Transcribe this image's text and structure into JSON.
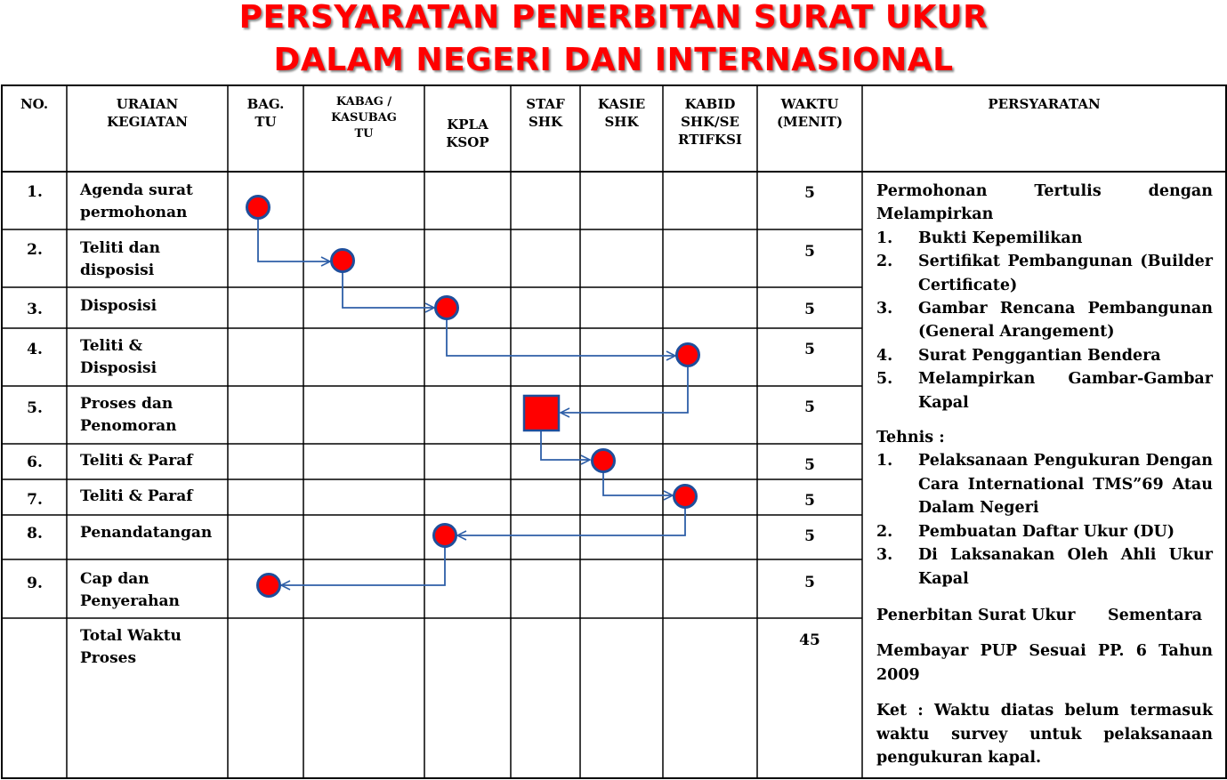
{
  "title": {
    "line1": "PERSYARATAN PENERBITAN SURAT UKUR",
    "line2": "DALAM NEGERI DAN INTERNASIONAL"
  },
  "headers": {
    "no": "NO.",
    "uraian": "URAIAN\nKEGIATAN",
    "bag_tu": "BAG.\nTU",
    "kabag": "KABAG /\nKASUBAG\nTU",
    "kpla": "KPLA\nKSOP",
    "staf": "STAF\nSHK",
    "kasie": "KASIE\nSHK",
    "kabid": "KABID\nSHK/SE\nRTIFKSI",
    "waktu": "WAKTU\n(MENIT)",
    "persyaratan": "PERSYARATAN"
  },
  "rows": [
    {
      "no": "1.",
      "activity": "Agenda surat\npermohonan",
      "time": "5"
    },
    {
      "no": "2.",
      "activity": "Teliti dan\ndisposisi",
      "time": "5"
    },
    {
      "no": "3.",
      "activity": "Disposisi",
      "time": "5"
    },
    {
      "no": "4.",
      "activity": "Teliti &\nDisposisi",
      "time": "5"
    },
    {
      "no": "5.",
      "activity": "Proses dan\nPenomoran",
      "time": "5"
    },
    {
      "no": "6.",
      "activity": "Teliti & Paraf",
      "time": "5"
    },
    {
      "no": "7.",
      "activity": "Teliti & Paraf",
      "time": "5"
    },
    {
      "no": "8.",
      "activity": "Penandatangan",
      "time": "5"
    },
    {
      "no": "9.",
      "activity": "Cap dan\nPenyerahan",
      "time": "5"
    }
  ],
  "total": {
    "label": "Total Waktu\nProses",
    "time": "45"
  },
  "requirements": {
    "intro": "Permohonan Tertulis dengan Melampirkan",
    "list1": [
      {
        "n": "1.",
        "t": "Bukti Kepemilikan"
      },
      {
        "n": "2.",
        "t": "Sertifikat Pembangunan (Builder Certificate)"
      },
      {
        "n": "3.",
        "t": "Gambar Rencana Pembangunan (General Arangement)"
      },
      {
        "n": "4.",
        "t": "Surat Penggantian Bendera"
      },
      {
        "n": "5.",
        "t": "Melampirkan Gambar-Gambar Kapal"
      }
    ],
    "tehnis": "Tehnis :",
    "list2": [
      {
        "n": "1.",
        "t": "Pelaksanaan Pengukuran Dengan Cara International TMS”69 Atau Dalam Negeri"
      },
      {
        "n": "2.",
        "t": "Pembuatan Daftar Ukur (DU)"
      },
      {
        "n": "3.",
        "t": "Di Laksanakan Oleh Ahli Ukur Kapal"
      }
    ],
    "penerbitan": "Penerbitan Surat Ukur      Sementara",
    "pup": "Membayar PUP Sesuai PP. 6 Tahun 2009",
    "ket": "Ket : Waktu diatas belum termasuk waktu survey untuk pelaksanaan pengukuran kapal."
  },
  "colors": {
    "title": "#ff0000",
    "node_fill": "#ff0000",
    "node_stroke": "#1f4e9b",
    "connector": "#2e5fa8"
  }
}
